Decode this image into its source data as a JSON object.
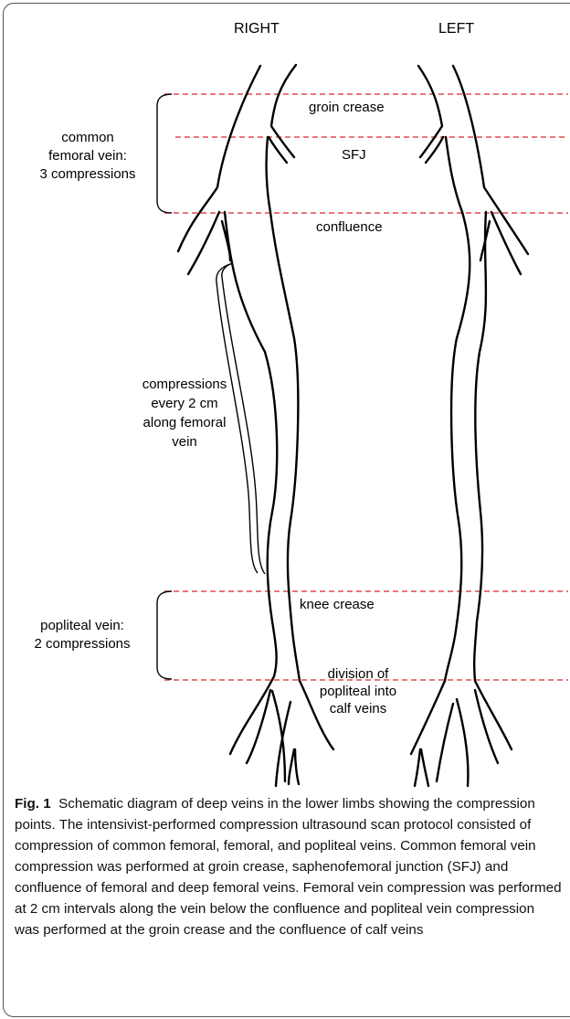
{
  "sides": {
    "right": "RIGHT",
    "left": "LEFT"
  },
  "levels": {
    "groin_crease": "groin crease",
    "sfj": "SFJ",
    "confluence": "confluence",
    "knee_crease": "knee crease",
    "division": [
      "division of",
      "popliteal into",
      "calf veins"
    ]
  },
  "brackets": {
    "common_femoral": [
      "common",
      "femoral vein:",
      "3 compressions"
    ],
    "femoral": [
      "compressions",
      "every 2 cm",
      "along femoral",
      "vein"
    ],
    "popliteal": [
      "popliteal vein:",
      "2 compressions"
    ]
  },
  "caption": {
    "label": "Fig. 1",
    "text": "Schematic diagram of deep veins in the lower limbs showing the compression points. The intensivist-performed compression ultrasound scan protocol consisted of compression of common femoral, femoral, and popliteal veins. Common femoral vein compression was performed at groin crease, saphenofemoral junction (SFJ) and confluence of femoral and deep femoral veins. Femoral vein compression was performed at 2 cm intervals along the vein below the confluence and popliteal vein compression was performed at the groin crease and the confluence of calf veins"
  },
  "colors": {
    "guide_line": "#d9262c",
    "vein": "#000000"
  }
}
